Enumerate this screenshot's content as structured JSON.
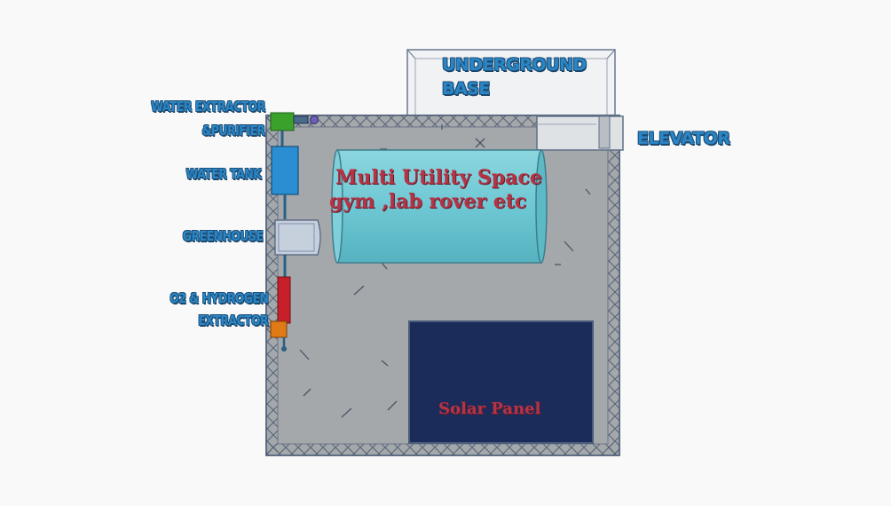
{
  "labels": {
    "underground_base_line1": "UNDERGROUND",
    "underground_base_line2": "BASE",
    "elevator": "ELEVATOR",
    "water_extractor_line1": "WATER EXTRACTOR",
    "water_extractor_line2": "&PURIFIER",
    "water_tank": "WATER TANK",
    "greenhouse": "GREENHOUSE",
    "o2_hydrogen_line1": "O2 & HYDROGEN",
    "o2_hydrogen_line2": "EXTRACTOR",
    "multi_utility_line1": "Multi Utility Space",
    "multi_utility_line2": "gym ,lab rover etc",
    "solar_panel": "Solar Panel"
  },
  "colors": {
    "background": "#f9f9f9",
    "floor": "#a4a8ab",
    "frame": "#5f6f86",
    "cylinder": "#6ec8d4",
    "solar_panel": "#1b2b5a",
    "water_tank": "#2a8fd2",
    "extractor_green": "#3aa12b",
    "o2_red": "#c8202a",
    "o2_orange": "#e07a16",
    "label_blue": "#2a86c4",
    "label_red": "#b43446"
  }
}
